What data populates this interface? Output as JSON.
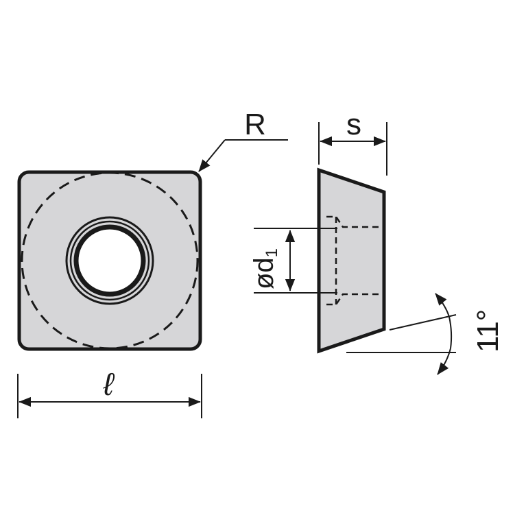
{
  "labels": {
    "radius": "R",
    "thickness": "s",
    "length": "ℓ",
    "hole_diameter": "ød",
    "hole_diameter_subscript": "1",
    "clearance_angle": "11°"
  },
  "colors": {
    "fill": "#d6d6d8",
    "stroke": "#1a1a1a",
    "background": "#ffffff"
  }
}
